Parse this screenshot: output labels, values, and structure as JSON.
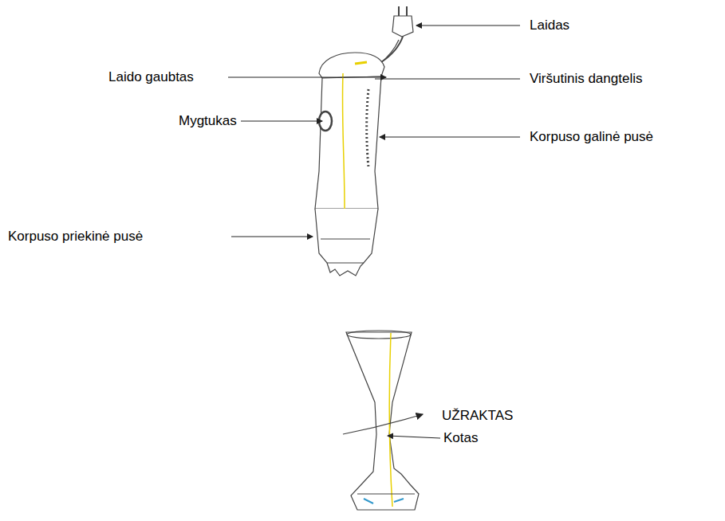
{
  "diagram": {
    "labels": [
      "Laidas",
      "Laido gaubtas",
      "Viršutinis dangtelis",
      "Mygtukas",
      "Korpuso galinė pusė",
      "Korpuso priekinė pusė",
      "UŽRAKTAS",
      "Kotas"
    ]
  }
}
